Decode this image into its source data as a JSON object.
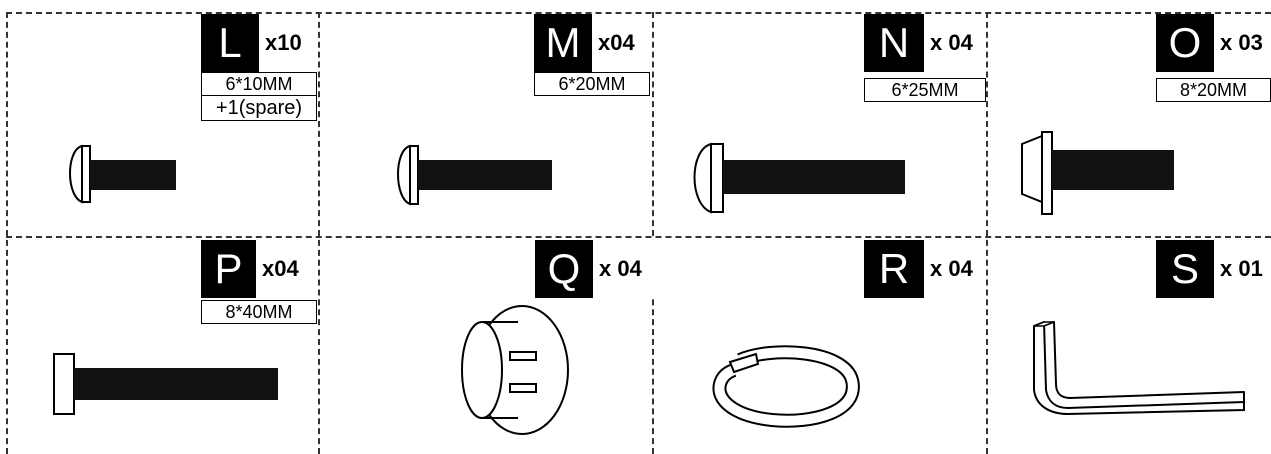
{
  "parts": [
    {
      "letter": "L",
      "qty": "x10",
      "spec": "6*10MM",
      "note": "+1(spare)",
      "icon": "short-screw-icon"
    },
    {
      "letter": "M",
      "qty": "x04",
      "spec": "6*20MM",
      "icon": "medium-screw-icon"
    },
    {
      "letter": "N",
      "qty": "x 04",
      "spec": "6*25MM",
      "icon": "long-screw-icon"
    },
    {
      "letter": "O",
      "qty": "x 03",
      "spec": "8*20MM",
      "icon": "flange-screw-icon"
    },
    {
      "letter": "P",
      "qty": "x04",
      "spec": "8*40MM",
      "icon": "flat-head-bolt-icon"
    },
    {
      "letter": "Q",
      "qty": "x 04",
      "icon": "hole-plug-cap-icon"
    },
    {
      "letter": "R",
      "qty": "x 04",
      "icon": "spring-clip-icon"
    },
    {
      "letter": "S",
      "qty": "x 01",
      "icon": "allen-key-icon"
    }
  ]
}
